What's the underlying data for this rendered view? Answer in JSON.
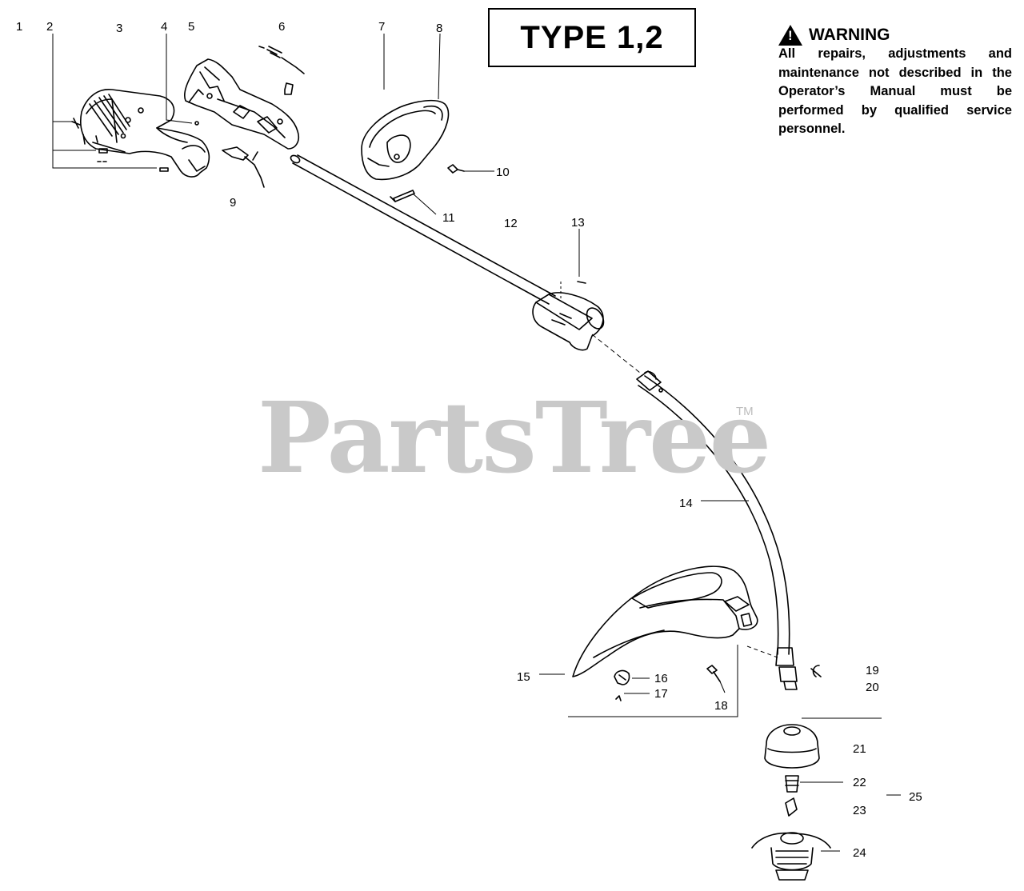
{
  "header": {
    "type_label": "TYPE 1,2"
  },
  "warning": {
    "icon": "warning-triangle-icon",
    "title": "WARNING",
    "text": "All repairs, adjustments and maintenance not described in the Operator’s Manual must be performed by qualified service personnel."
  },
  "watermark": {
    "text": "PartsTree",
    "tm": "TM"
  },
  "callouts": [
    "1",
    "2",
    "3",
    "4",
    "5",
    "6",
    "7",
    "8",
    "9",
    "10",
    "11",
    "12",
    "13",
    "14",
    "15",
    "16",
    "17",
    "18",
    "19",
    "20",
    "21",
    "22",
    "23",
    "24",
    "25"
  ]
}
